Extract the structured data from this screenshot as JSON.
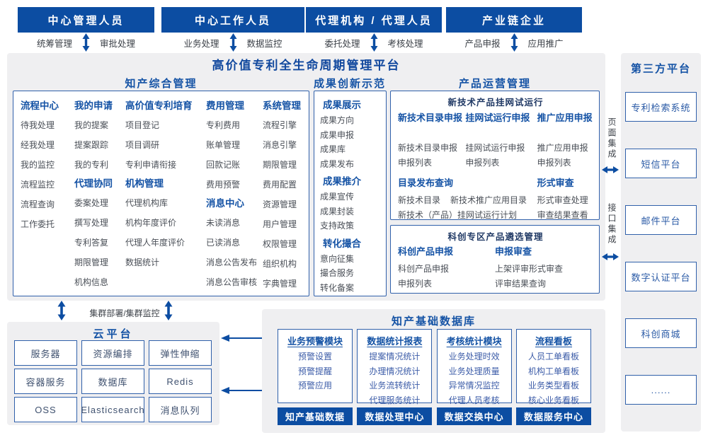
{
  "colors": {
    "primary": "#0c4da2",
    "panel_bg": "#efeff1",
    "box_border": "#3060aa",
    "heading_blue": "#1553a5"
  },
  "actors": [
    {
      "title": "中心管理人员",
      "left": "统筹管理",
      "right": "审批处理"
    },
    {
      "title": "中心工作人员",
      "left": "业务处理",
      "right": "数据监控"
    },
    {
      "title": "代理机构 / 代理人员",
      "left": "委托处理",
      "right": "考核处理"
    },
    {
      "title": "产业链企业",
      "left": "产品申报",
      "right": "应用推广"
    }
  ],
  "platform": {
    "title": "高价值专利全生命周期管理平台"
  },
  "ip_mgmt": {
    "title": "知产综合管理",
    "c1h": "流程中心",
    "c1": [
      "待我处理",
      "经我处理",
      "我的监控",
      "流程监控",
      "流程查询",
      "工作委托"
    ],
    "c2h1": "我的申请",
    "c2a": [
      "我的提案",
      "提案跟踪",
      "我的专利"
    ],
    "c2h2": "代理协同",
    "c2b": [
      "委案处理",
      "撰写处理",
      "专利答复",
      "期限管理",
      "机构信息"
    ],
    "c3h1": "高价值专利培育",
    "c3a": [
      "项目登记",
      "项目调研",
      "专利申请衔接"
    ],
    "c3h2": "机构管理",
    "c3b": [
      "代理机构库",
      "机构年度评价",
      "代理人年度评价",
      "数据统计"
    ],
    "c4h1": "费用管理",
    "c4a": [
      "专利费用",
      "账单管理",
      "回款记账",
      "费用预警"
    ],
    "c4h2": "消息中心",
    "c4b": [
      "未读消息",
      "已读消息",
      "消息公告发布",
      "消息公告审核"
    ],
    "c5h": "系统管理",
    "c5": [
      "流程引擎",
      "消息引擎",
      "期限管理",
      "费用配置",
      "资源管理",
      "用户管理",
      "权限管理",
      "组织机构",
      "字典管理"
    ]
  },
  "achievement": {
    "title": "成果创新示范",
    "g1h": "成果展示",
    "g1": [
      "成果方向",
      "成果申报",
      "成果库",
      "成果发布"
    ],
    "g2h": "成果推介",
    "g2": [
      "成果宣传",
      "成果封装",
      "支持政策"
    ],
    "g3h": "转化撮合",
    "g3": [
      "意向征集",
      "撮合服务",
      "转化备案"
    ]
  },
  "product_ops": {
    "title": "产品运营管理",
    "box1": {
      "title": "新技术产品挂网试运行",
      "c1h": "新技术目录申报",
      "c1": [
        "新技术目录申报",
        "申报列表"
      ],
      "c2h": "挂网试运行申报",
      "c2": [
        "挂网试运行申报",
        "申报列表"
      ],
      "c3h": "推广应用申报",
      "c3": [
        "推广应用申报",
        "申报列表"
      ],
      "c4h": "目录发布查询",
      "c4_row1": [
        "新技术目录",
        "新技术推广应用目录"
      ],
      "c4_row2": "新技术（产品）挂网试运行计划",
      "c5h": "形式审查",
      "c5": [
        "形式审查处理",
        "审查结果查看"
      ]
    },
    "box2": {
      "title": "科创专区产品遴选管理",
      "c1h": "科创产品申报",
      "c1": [
        "科创产品申报",
        "申报列表"
      ],
      "c2h": "申报审查",
      "c2": [
        "上架评审形式审查",
        "评审结果查询"
      ]
    }
  },
  "integration": {
    "page": "页面集成",
    "api": "接口集成"
  },
  "third_party": {
    "title": "第三方平台",
    "items": [
      "专利检索系统",
      "短信平台",
      "邮件平台",
      "数字认证平台",
      "科创商城",
      "......"
    ]
  },
  "cluster_label": "集群部署/集群监控",
  "cloud": {
    "title": "云平台",
    "items": [
      "服务器",
      "资源编排",
      "弹性伸缩",
      "容器服务",
      "数据库",
      "Redis",
      "OSS",
      "Elasticsearch",
      "消息队列"
    ]
  },
  "data_library": {
    "title": "知产基础数据库",
    "c1h": "业务预警模块",
    "c1": [
      "预警设置",
      "预警提醒",
      "预警应用"
    ],
    "c2h": "数据统计报表",
    "c2": [
      "提案情况统计",
      "办理情况统计",
      "业务流转统计",
      "代理服务统计"
    ],
    "c3h": "考核统计模块",
    "c3": [
      "业务处理时效",
      "业务处理质量",
      "异常情况监控",
      "代理人员考核"
    ],
    "c4h": "流程看板",
    "c4": [
      "人员工单看板",
      "机构工单看板",
      "业务类型看板",
      "核心业务看板"
    ],
    "footer": [
      "知产基础数据",
      "数据处理中心",
      "数据交换中心",
      "数据服务中心"
    ]
  }
}
